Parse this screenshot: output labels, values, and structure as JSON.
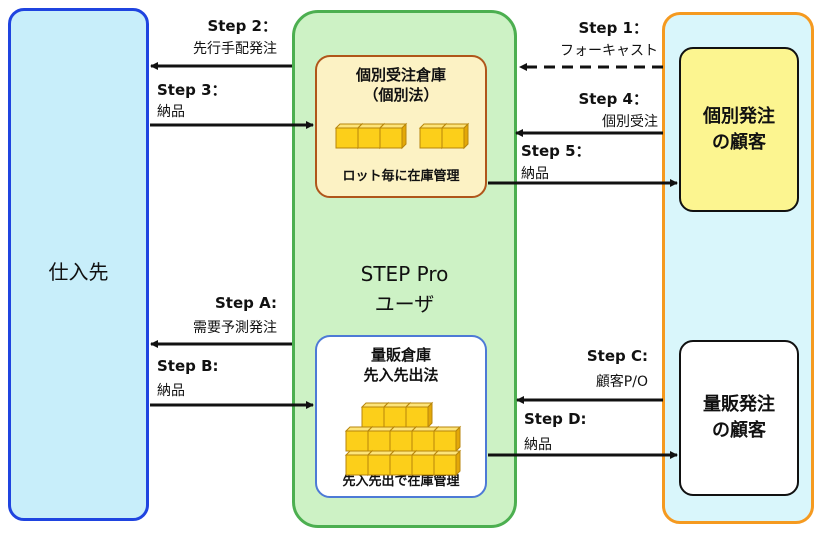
{
  "supplier": {
    "label": "仕入先"
  },
  "user": {
    "label": "STEP Pro\nユーザ"
  },
  "warehouse_individual": {
    "title_line1": "個別受注倉庫",
    "title_line2": "（個別法）",
    "footer": "ロット毎に在庫管理"
  },
  "warehouse_mass": {
    "title_line1": "量販倉庫",
    "title_line2": "先入先出法",
    "footer": "先入先出で在庫管理"
  },
  "customer_individual": {
    "line1": "個別発注",
    "line2": "の顧客"
  },
  "customer_mass": {
    "line1": "量販発注",
    "line2": "の顧客"
  },
  "steps": {
    "s1": {
      "step": "Step 1：",
      "text": "フォーキャスト"
    },
    "s2": {
      "step": "Step 2：",
      "text": "先行手配発注"
    },
    "s3": {
      "step": "Step 3：",
      "text": "納品"
    },
    "s4": {
      "step": "Step 4：",
      "text": "個別受注"
    },
    "s5": {
      "step": "Step 5：",
      "text": "納品"
    },
    "sA": {
      "step": "Step A:",
      "text": "需要予測発注"
    },
    "sB": {
      "step": "Step B:",
      "text": "納品"
    },
    "sC": {
      "step": "Step C:",
      "text": "顧客P/O"
    },
    "sD": {
      "step": "Step D:",
      "text": "納品"
    }
  },
  "colors": {
    "supplier_fill": "#c8eefa",
    "supplier_border": "#1f44e0",
    "user_fill": "#cdf2c5",
    "user_border": "#4caf50",
    "customer_fill": "#d9f6fb",
    "customer_border": "#f59a20",
    "box_fill": "#fccf1a",
    "box_border": "#b8860b"
  }
}
